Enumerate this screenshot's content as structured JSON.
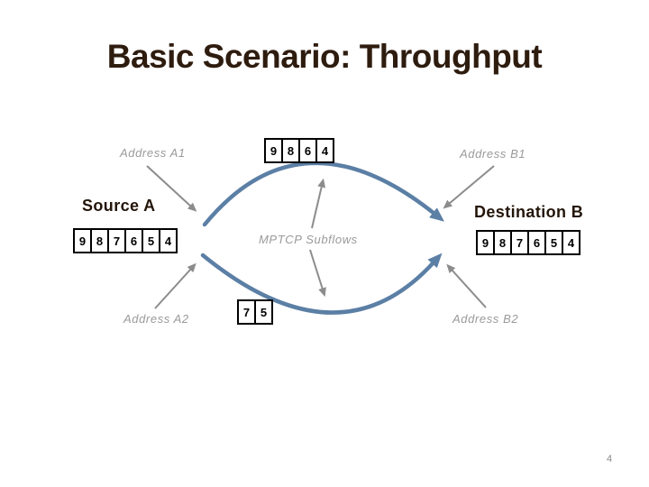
{
  "slide": {
    "title": "Basic Scenario: Throughput",
    "page_number": "4",
    "colors": {
      "background": "#ffffff",
      "accent_blue": "#5b7fa5",
      "arrow_gray": "#8c8c8c",
      "label_gray": "#9a9a9a",
      "heading_dark": "#2e1c0f",
      "box_border": "#000000"
    }
  },
  "diagram": {
    "source_heading": "Source A",
    "destination_heading": "Destination B",
    "subflows_label": "MPTCP Subflows",
    "addresses": {
      "a1": "Address A1",
      "a2": "Address A2",
      "b1": "Address B1",
      "b2": "Address B2"
    },
    "sequence_rows": {
      "top_subflow": [
        "9",
        "8",
        "6",
        "4"
      ],
      "source_buffer": [
        "9",
        "8",
        "7",
        "6",
        "5",
        "4"
      ],
      "destination_buffer": [
        "9",
        "8",
        "7",
        "6",
        "5",
        "4"
      ],
      "bottom_subflow": [
        "7",
        "5"
      ]
    }
  }
}
